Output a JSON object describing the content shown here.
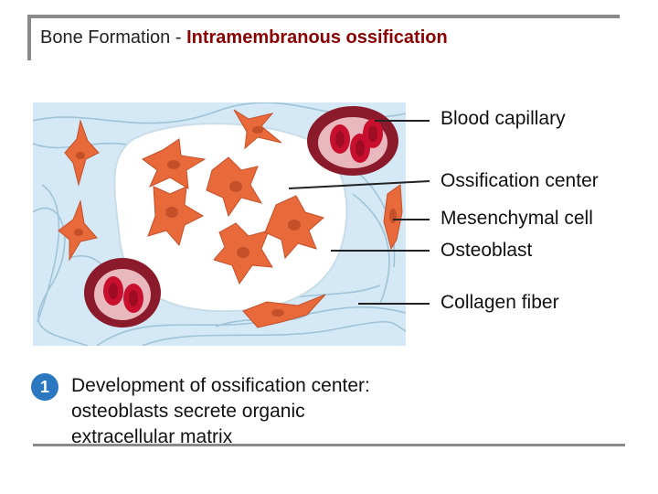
{
  "title": {
    "prefix": "Bone Formation - ",
    "bold": "Intramembranous ossification"
  },
  "labels": {
    "blood_capillary": "Blood capillary",
    "ossification_center": "Ossification center",
    "mesenchymal_cell": "Mesenchymal cell",
    "osteoblast": "Osteoblast",
    "collagen_fiber": "Collagen fiber"
  },
  "step": {
    "number": "1",
    "line1": "Development of ossification center:",
    "line2": "osteoblasts secrete organic",
    "line3": "extracellular matrix"
  },
  "colors": {
    "cell": "#e8693a",
    "cell_dark": "#c4502a",
    "tissue_bg": "#d4e9f5",
    "fiber": "#9fc3d8",
    "capillary": "#8b1a2b",
    "rbc": "#c8102e",
    "step_badge": "#2b77c0"
  }
}
